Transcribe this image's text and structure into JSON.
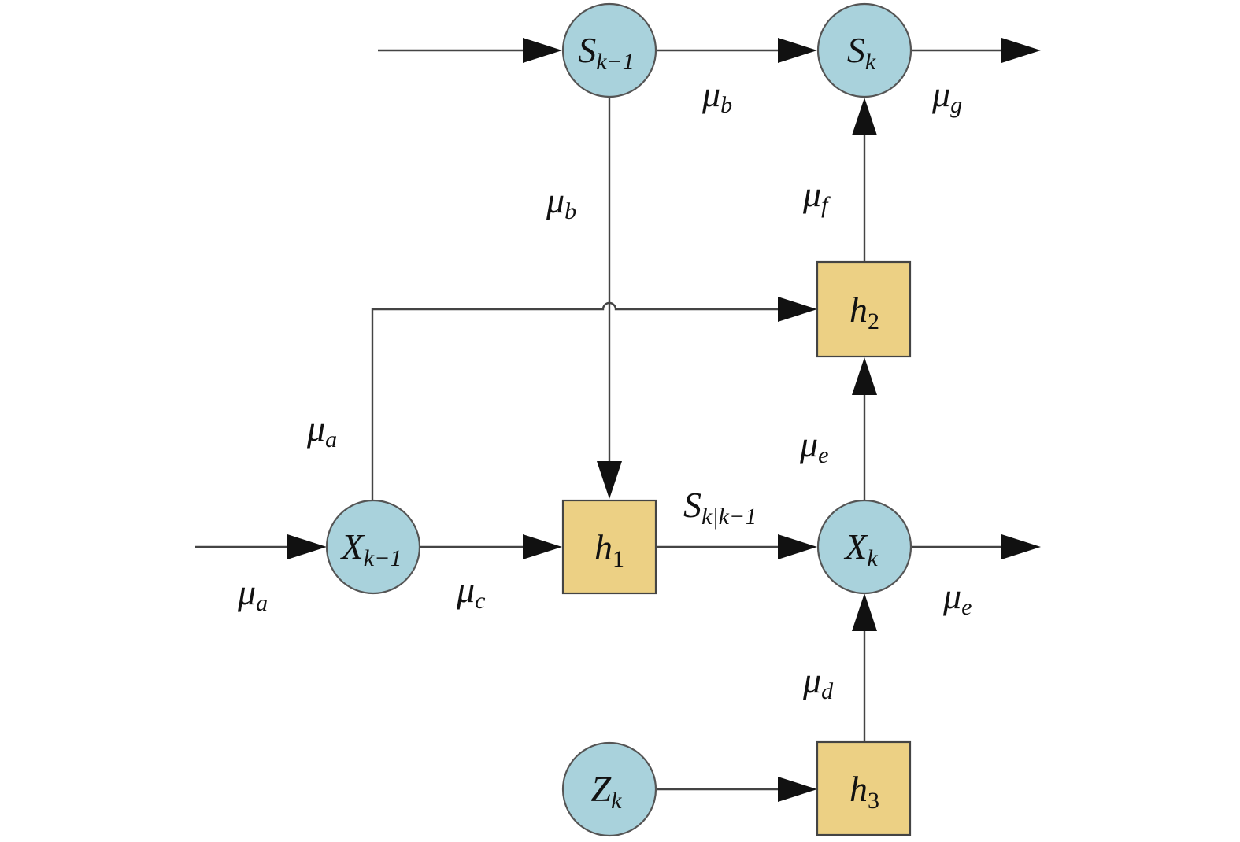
{
  "diagram": {
    "nodes": {
      "s_prev": {
        "base": "S",
        "sub": "k−1"
      },
      "s_k": {
        "base": "S",
        "sub": "k"
      },
      "x_prev": {
        "base": "X",
        "sub": "k−1"
      },
      "x_k": {
        "base": "X",
        "sub": "k"
      },
      "z_k": {
        "base": "Z",
        "sub": "k"
      }
    },
    "blocks": {
      "h1": {
        "base": "h",
        "sub": "1"
      },
      "h2": {
        "base": "h",
        "sub": "2"
      },
      "h3": {
        "base": "h",
        "sub": "3"
      }
    },
    "edge_labels": {
      "mu_b_top": {
        "base": "μ",
        "sub": "b"
      },
      "mu_g": {
        "base": "μ",
        "sub": "g"
      },
      "mu_b_vertical": {
        "base": "μ",
        "sub": "b"
      },
      "mu_f": {
        "base": "μ",
        "sub": "f"
      },
      "mu_a_vertical": {
        "base": "μ",
        "sub": "a"
      },
      "mu_e_vertical": {
        "base": "μ",
        "sub": "e"
      },
      "s_pred": {
        "base": "S",
        "sub": "k|k−1"
      },
      "mu_a_input": {
        "base": "μ",
        "sub": "a"
      },
      "mu_c": {
        "base": "μ",
        "sub": "c"
      },
      "mu_e_output": {
        "base": "μ",
        "sub": "e"
      },
      "mu_d": {
        "base": "μ",
        "sub": "d"
      }
    },
    "colors": {
      "node_fill": "#a9d2dc",
      "block_fill": "#ecd084",
      "line": "#444444",
      "arrowhead": "#111111"
    }
  }
}
